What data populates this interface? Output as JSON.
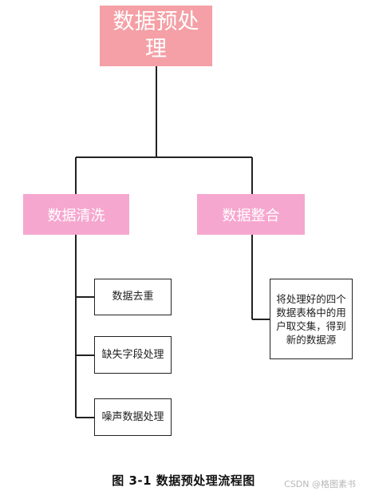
{
  "diagram": {
    "root": {
      "label": "数据预处理"
    },
    "branches": [
      {
        "label": "数据清洗",
        "children": [
          "数据去重",
          "缺失字段处理",
          "噪声数据处理"
        ]
      },
      {
        "label": "数据整合",
        "children": [
          "将处理好的四个数据表格中的用户取交集，得到新的数据源"
        ]
      }
    ]
  },
  "caption": "图  3-1  数据预处理流程图",
  "watermark": "CSDN @格图素书",
  "colors": {
    "root_fill": "#f4a0a6",
    "branch_fill": "#f6a7cf",
    "line": "#222222",
    "text_light": "#ffffff"
  }
}
